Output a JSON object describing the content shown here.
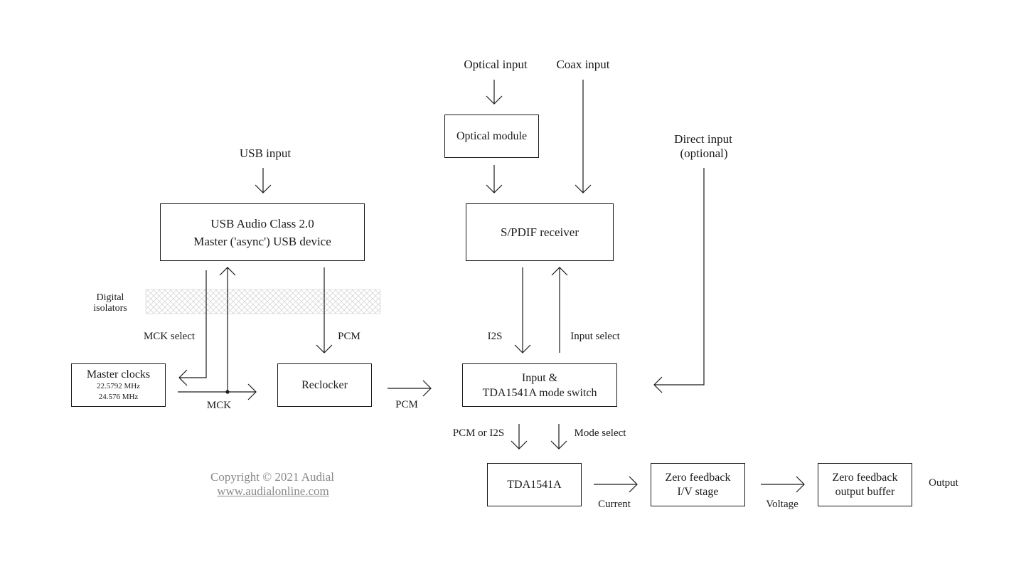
{
  "colors": {
    "line": "#1a1a1a",
    "copyright": "#8a8a8a",
    "isolator_hatch": "#cfcfcf"
  },
  "inputs": {
    "optical": "Optical input",
    "coax": "Coax input",
    "usb": "USB input",
    "direct_line1": "Direct input",
    "direct_line2": "(optional)"
  },
  "blocks": {
    "optical_module": "Optical module",
    "usb_line1": "USB Audio Class 2.0",
    "usb_line2": "Master ('async') USB device",
    "spdif": "S/PDIF receiver",
    "master_clocks": "Master clocks",
    "clock_1": "22.5792 MHz",
    "clock_2": "24.576 MHz",
    "reclocker": "Reclocker",
    "switch_line1": "Input &",
    "switch_line2": "TDA1541A mode switch",
    "tda": "TDA1541A",
    "iv_line1": "Zero feedback",
    "iv_line2": "I/V stage",
    "buffer_line1": "Zero feedback",
    "buffer_line2": "output buffer"
  },
  "signals": {
    "digital_isolators_line1": "Digital",
    "digital_isolators_line2": "isolators",
    "mck_select": "MCK select",
    "mck": "MCK",
    "pcm_usb": "PCM",
    "pcm_reclocker": "PCM",
    "i2s": "I2S",
    "input_select": "Input select",
    "pcm_or_i2s": "PCM or I2S",
    "mode_select": "Mode select",
    "current": "Current",
    "voltage": "Voltage",
    "output": "Output"
  },
  "footer": {
    "copyright": "Copyright © 2021 Audial",
    "website": "www.audialonline.com"
  }
}
